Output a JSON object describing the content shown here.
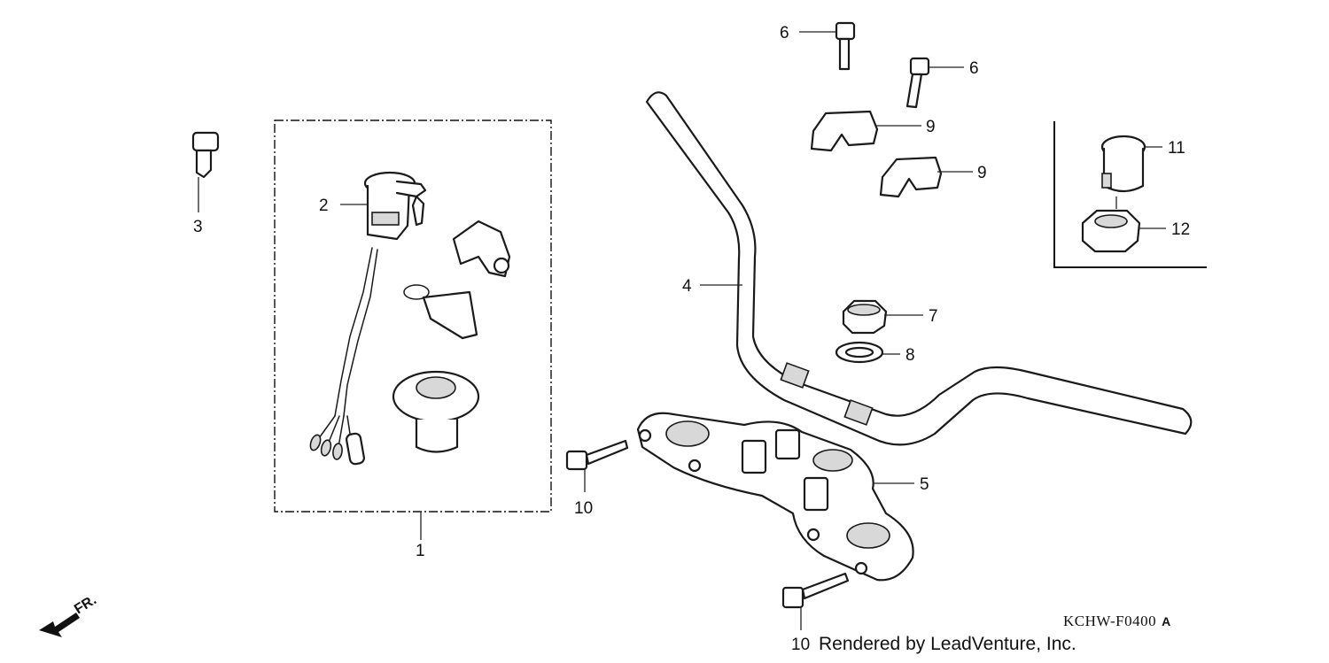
{
  "callouts": [
    "1",
    "2",
    "3",
    "4",
    "5",
    "6",
    "6",
    "7",
    "8",
    "9",
    "9",
    "10",
    "10",
    "11",
    "12"
  ],
  "direction_label": "FR.",
  "diagram_code": "KCHW-F0400",
  "diagram_code_suffix": "A",
  "credit": "Rendered by LeadVenture, Inc."
}
